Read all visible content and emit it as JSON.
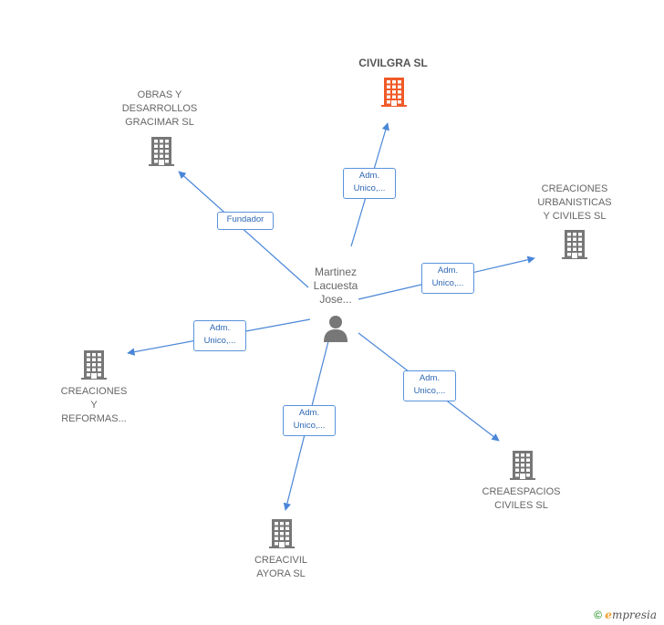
{
  "center": {
    "name": "Martinez\nLacuesta\nJose..."
  },
  "nodes": [
    {
      "id": "civilgra",
      "name": "CIVILGRA  SL",
      "highlight": true,
      "color": "#f05a28",
      "rel": "Adm.\nUnico,..."
    },
    {
      "id": "obras",
      "name": "OBRAS Y\nDESARROLLOS\nGRACIMAR  SL",
      "highlight": false,
      "color": "#777777",
      "rel": "Fundador"
    },
    {
      "id": "creaciones-urb",
      "name": "CREACIONES\nURBANISTICAS\nY CIVILES SL",
      "highlight": false,
      "color": "#777777",
      "rel": "Adm.\nUnico,..."
    },
    {
      "id": "creaciones-ref",
      "name": "CREACIONES\nY\nREFORMAS...",
      "highlight": false,
      "color": "#777777",
      "rel": "Adm.\nUnico,..."
    },
    {
      "id": "creaespacios",
      "name": "CREAESPACIOS\nCIVILES  SL",
      "highlight": false,
      "color": "#777777",
      "rel": "Adm.\nUnico,..."
    },
    {
      "id": "creacivil",
      "name": "CREACIVIL\nAYORA  SL",
      "highlight": false,
      "color": "#777777",
      "rel": "Adm.\nUnico,..."
    }
  ],
  "colors": {
    "edge": "#4a86d8",
    "person": "#777777"
  },
  "watermark": {
    "copyright": "©",
    "brand_e": "e",
    "brand_rest": "mpresia"
  }
}
